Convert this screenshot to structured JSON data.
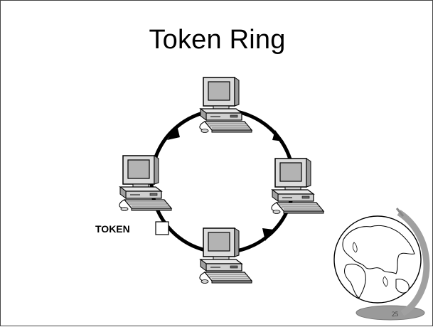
{
  "slide": {
    "title": "Token Ring",
    "token_label": "TOKEN",
    "page_number": "25"
  },
  "diagram": {
    "ring_direction": "clockwise",
    "nodes": [
      {
        "position": "top",
        "type": "computer-workstation"
      },
      {
        "position": "right",
        "type": "computer-workstation"
      },
      {
        "position": "bottom",
        "type": "computer-workstation"
      },
      {
        "position": "left",
        "type": "computer-workstation"
      }
    ],
    "token": {
      "shape": "square"
    },
    "decoration": "globe-icon"
  }
}
